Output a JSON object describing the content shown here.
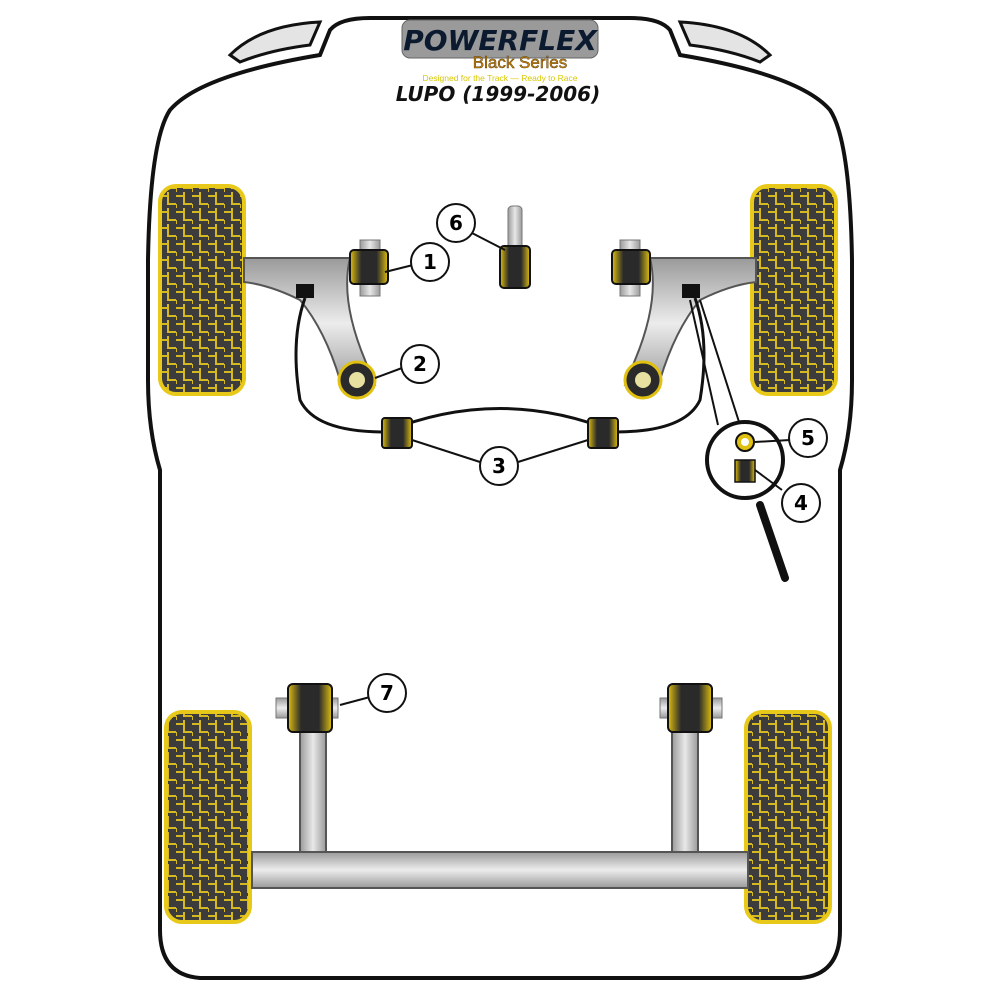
{
  "logo": {
    "brand": "POWERFLEX",
    "series": "Black Series",
    "tagline": "Designed for the Track — Ready to Race"
  },
  "title": "LUPO (1999-2006)",
  "callouts": [
    "1",
    "2",
    "3",
    "4",
    "5",
    "6",
    "7"
  ],
  "colors": {
    "bush_yellow": "#f0d21e",
    "tyre_dark": "#3a3a3a",
    "metal_grey": "#c8c8c8",
    "outline": "#111111"
  }
}
